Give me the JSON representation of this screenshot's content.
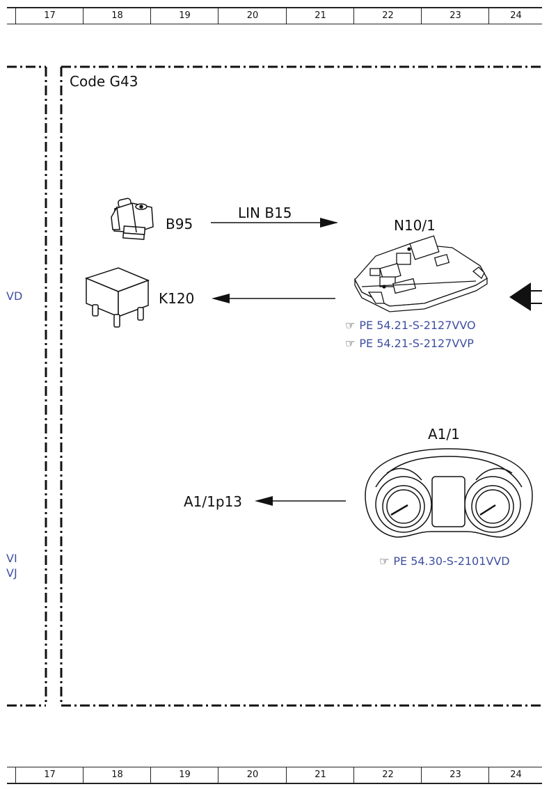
{
  "ruler": {
    "columns": [
      "17",
      "18",
      "19",
      "20",
      "21",
      "22",
      "23",
      "24"
    ]
  },
  "code_label": "Code G43",
  "sheet_labels": {
    "vd": "VD",
    "vi": "VI",
    "vj": "VJ"
  },
  "components": {
    "b95": "B95",
    "k120": "K120",
    "n10_1": "N10/1",
    "a1_1": "A1/1"
  },
  "signals": {
    "lin_b15": "LIN B15",
    "a1_1p13": "A1/1p13"
  },
  "references": {
    "n10_ref1": "PE 54.21-S-2127VVO",
    "n10_ref2": "PE 54.21-S-2127VVP",
    "a1_ref": "PE 54.30-S-2101VVD"
  },
  "colors": {
    "reference_blue": "#3f4fa0",
    "line": "#111111"
  }
}
